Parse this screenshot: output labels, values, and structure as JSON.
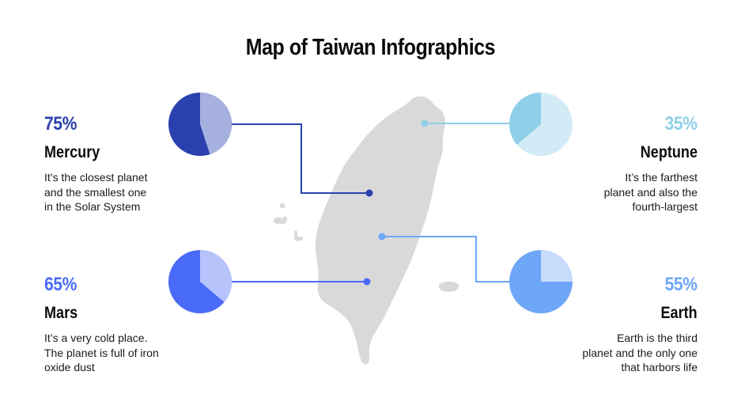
{
  "title": "Map of Taiwan Infographics",
  "colors": {
    "map": "#d9d9d9",
    "mercury_dark": "#2a40ae",
    "mercury_light": "#a7b1e0",
    "mars_dark": "#4a6bf7",
    "mars_light": "#b6c4fb",
    "neptune_dark": "#8fcfe8",
    "neptune_light": "#d3ebf6",
    "earth_dark": "#6ea6f8",
    "earth_light": "#c7dcfb"
  },
  "items": [
    {
      "id": "mercury",
      "percent": "75%",
      "name": "Mercury",
      "description": "It’s the closest planet\nand the smallest one\nin the Solar System",
      "color": "#2a40ae"
    },
    {
      "id": "mars",
      "percent": "65%",
      "name": "Mars",
      "description": "It’s a very cold place.\nThe planet is full of iron\noxide dust",
      "color": "#4a6bf7"
    },
    {
      "id": "neptune",
      "percent": "35%",
      "name": "Neptune",
      "description": "It’s the farthest\nplanet and also the\nfourth-largest",
      "color": "#8fcfe8"
    },
    {
      "id": "earth",
      "percent": "55%",
      "name": "Earth",
      "description": "Earth is the third\nplanet and the only one\nthat harbors life",
      "color": "#6ea6f8"
    }
  ]
}
